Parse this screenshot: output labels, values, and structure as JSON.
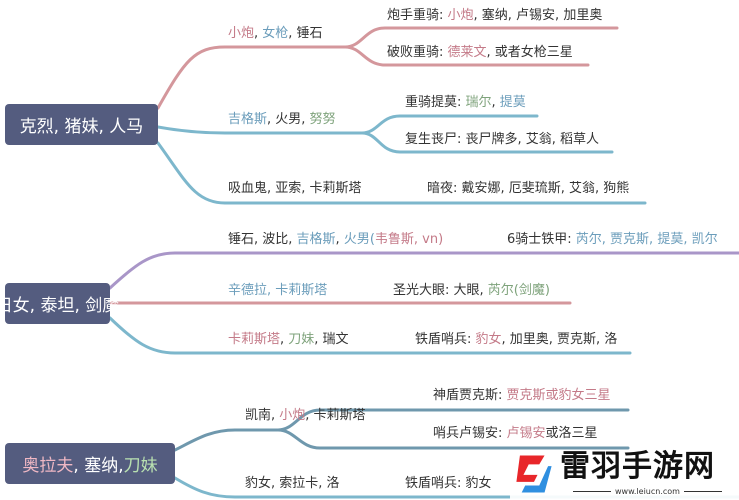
{
  "colors": {
    "root_bg": "#545c7f",
    "red": "#c47a88",
    "blue": "#6b9dbb",
    "green": "#7fa37c",
    "line_red": "#d4979c",
    "line_blue": "#7db7cc",
    "line_purple": "#a996c8",
    "line_steel": "#6f98ad"
  },
  "roots": [
    {
      "label": "克烈, 猪妹, 人马"
    },
    {
      "label": "日女, 泰坦, 剑魔"
    },
    {
      "segs": [
        {
          "t": "奥拉夫",
          "c": "#f0b8c4"
        },
        {
          "t": ", 塞纳, ",
          "c": "#ffffff"
        },
        {
          "t": "刀妹",
          "c": "#b8e0b0"
        }
      ]
    }
  ],
  "nodes": {
    "r1b1": [
      {
        "t": "小炮",
        "c": "red"
      },
      {
        "t": ", "
      },
      {
        "t": "女枪",
        "c": "blue"
      },
      {
        "t": ", 锤石"
      }
    ],
    "r1b1c1": [
      {
        "t": "炮手重骑: "
      },
      {
        "t": "小炮",
        "c": "red"
      },
      {
        "t": ", 塞纳, 卢锡安, 加里奥"
      }
    ],
    "r1b1c2": [
      {
        "t": "破败重骑: "
      },
      {
        "t": "德莱文",
        "c": "red"
      },
      {
        "t": ", 或者女枪三星"
      }
    ],
    "r1b2": [
      {
        "t": "吉格斯",
        "c": "blue"
      },
      {
        "t": ", 火男, "
      },
      {
        "t": "努努",
        "c": "green"
      }
    ],
    "r1b2c1": [
      {
        "t": "重骑提莫: "
      },
      {
        "t": "瑞尔",
        "c": "green"
      },
      {
        "t": ", "
      },
      {
        "t": "提莫",
        "c": "blue"
      }
    ],
    "r1b2c2": [
      {
        "t": "复生丧尸: 丧尸牌多, 艾翁, 稻草人"
      }
    ],
    "r1b3": [
      {
        "t": "吸血鬼, 亚索, 卡莉斯塔"
      }
    ],
    "r1b3c1": [
      {
        "t": "暗夜: 戴安娜, 厄斐琉斯, 艾翁, 狗熊"
      }
    ],
    "r2b1": [
      {
        "t": "锤石, 波比, "
      },
      {
        "t": "吉格斯",
        "c": "blue"
      },
      {
        "t": ", "
      },
      {
        "t": "火男(",
        "c": "blue"
      },
      {
        "t": "韦鲁斯",
        "c": "red"
      },
      {
        "t": ", vn)",
        "c": "red"
      }
    ],
    "r2b1c1": [
      {
        "t": "6骑士铁甲: "
      },
      {
        "t": "芮尔, 贾克斯, 提莫, 凯尔",
        "c": "blue"
      }
    ],
    "r2b2": [
      {
        "t": "辛德拉, 卡莉斯塔",
        "c": "blue"
      }
    ],
    "r2b2c1": [
      {
        "t": "圣光大眼: 大眼, "
      },
      {
        "t": "芮尔(剑魔)",
        "c": "green"
      }
    ],
    "r2b3": [
      {
        "t": "卡莉斯塔",
        "c": "red"
      },
      {
        "t": ", "
      },
      {
        "t": "刀妹",
        "c": "green"
      },
      {
        "t": ", 瑞文"
      }
    ],
    "r2b3c1": [
      {
        "t": "铁盾哨兵: "
      },
      {
        "t": "豹女",
        "c": "red"
      },
      {
        "t": ", 加里奥, 贾克斯, 洛"
      }
    ],
    "r3b1": [
      {
        "t": "凯南, "
      },
      {
        "t": "小炮",
        "c": "red"
      },
      {
        "t": ", 卡莉斯塔"
      }
    ],
    "r3b1c1": [
      {
        "t": "神盾贾克斯: "
      },
      {
        "t": "贾克斯或豹女三星",
        "c": "red"
      }
    ],
    "r3b1c2": [
      {
        "t": "哨兵卢锡安: "
      },
      {
        "t": "卢锡安",
        "c": "red"
      },
      {
        "t": "或洛三星"
      }
    ],
    "r3b2": [
      {
        "t": "豹女, 索拉卡, 洛"
      }
    ],
    "r3b2c1": [
      {
        "t": "铁盾哨兵: 豹女"
      }
    ]
  },
  "watermark": {
    "name": "雷羽手游网",
    "url": "www.leiucn.com"
  }
}
